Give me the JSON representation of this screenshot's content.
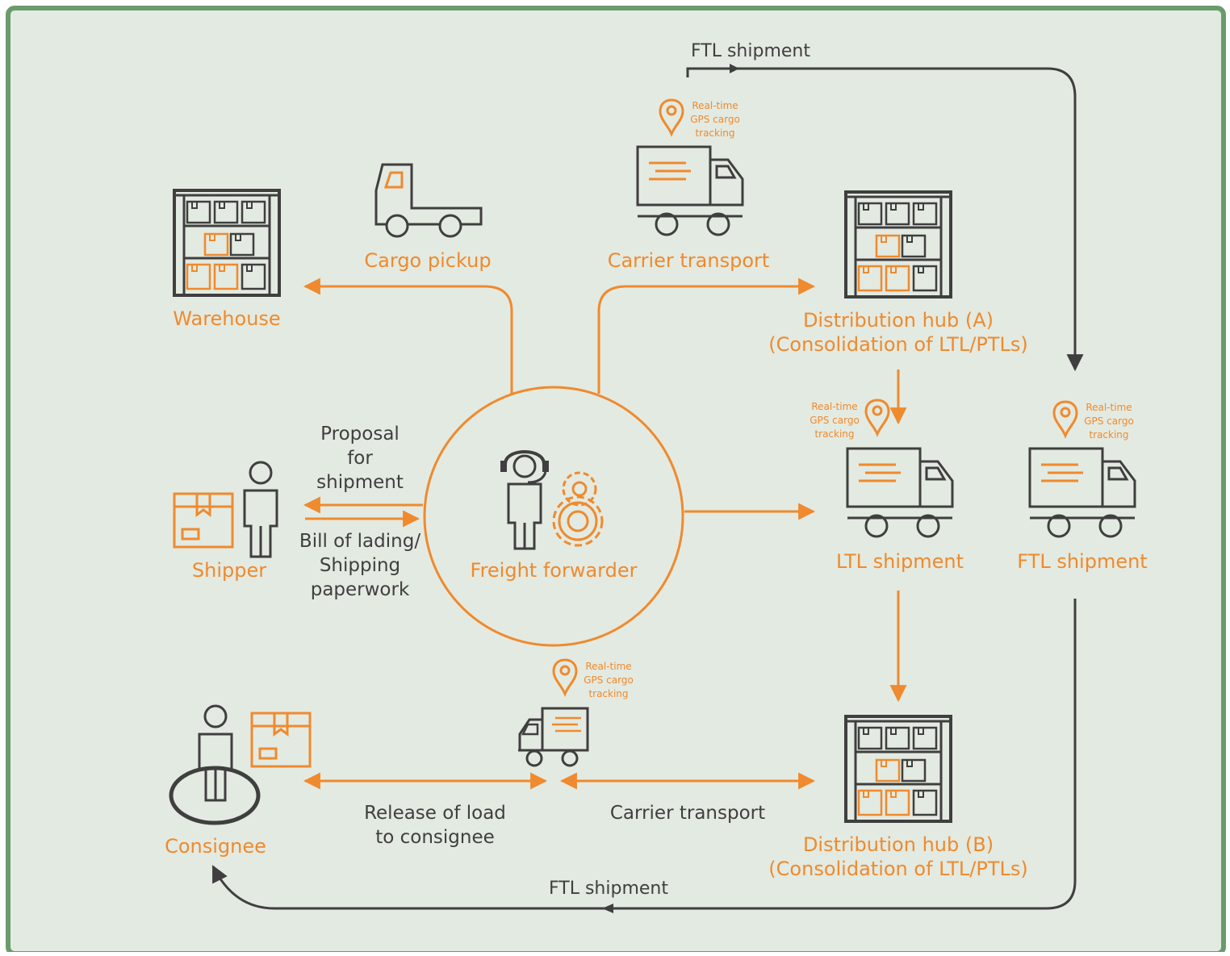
{
  "colors": {
    "frame": "#6a9b6c",
    "background": "#e3eae1",
    "accent": "#ef8a2e",
    "ink": "#3f3f3f"
  },
  "center": {
    "label": "Freight forwarder",
    "icon": "operator-headset-gears-icon"
  },
  "nodes": {
    "warehouse": {
      "label": "Warehouse",
      "icon": "warehouse-shelves-icon"
    },
    "cargo_pickup": {
      "label": "Cargo pickup",
      "icon": "flatbed-truck-icon"
    },
    "carrier_transport_top": {
      "label": "Carrier transport",
      "icon": "box-truck-icon"
    },
    "hub_a": {
      "line1": "Distribution hub (A)",
      "line2": "(Consolidation of LTL/PTLs)",
      "icon": "warehouse-shelves-icon"
    },
    "shipper": {
      "label": "Shipper",
      "icon": "person-with-box-icon"
    },
    "ltl": {
      "label": "LTL shipment",
      "icon": "box-truck-icon"
    },
    "ftl": {
      "label": "FTL shipment",
      "icon": "box-truck-icon"
    },
    "consignee": {
      "label": "Consignee",
      "icon": "person-on-platform-icon"
    },
    "hub_b": {
      "line1": "Distribution hub (B)",
      "line2": "(Consolidation of LTL/PTLs)",
      "icon": "warehouse-shelves-icon"
    },
    "delivery_truck": {
      "icon": "small-delivery-truck-icon"
    }
  },
  "gps_label": [
    "Real-time",
    "GPS cargo",
    "tracking"
  ],
  "flows": {
    "proposal": [
      "Proposal",
      "for",
      "shipment"
    ],
    "bill": [
      "Bill of lading/",
      "Shipping",
      "paperwork"
    ],
    "release": [
      "Release of load",
      "to consignee"
    ],
    "carrier_bottom": "Carrier transport",
    "ftl_top": "FTL shipment",
    "ftl_bottom": "FTL shipment"
  }
}
